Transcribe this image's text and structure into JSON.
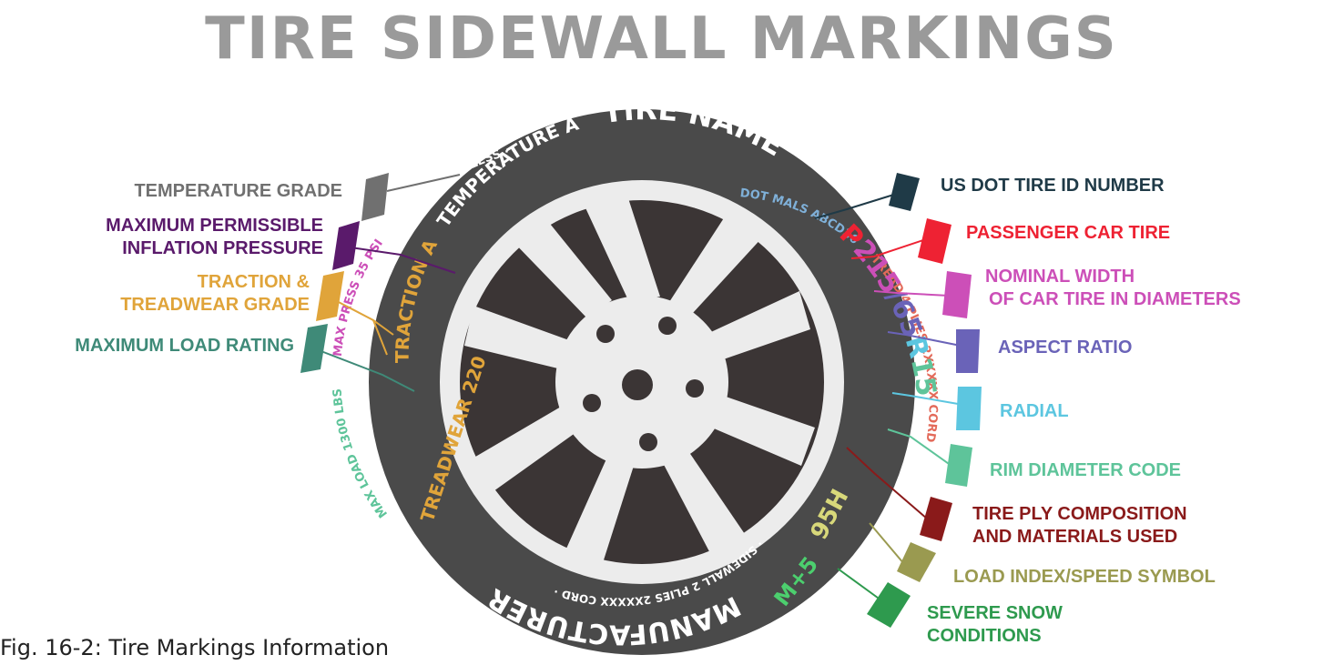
{
  "title": "TIRE SIDEWALL MARKINGS",
  "caption": "Fig. 16-2: Tire Markings Information",
  "tire_text": {
    "tire_name": "TIRE NAME",
    "temperature": "TEMPERATURE A",
    "traction": "TRACTION A",
    "treadwear": "TREADWEAR 220",
    "max_load": "MAX LOAD 1300 LBS",
    "max_press": "MAX PRESS 35 PSI",
    "radial_tubeless": "· RADIAL · TUBELESS ·",
    "dot": "DOT MALS ABCD36",
    "tread_plies": "· TREAD 4 PLIES 2XXXXX CORD",
    "sidewall_plies": "· SIDEWALL 2 PLIES 2XXXXX CORD ·",
    "manufacturer": "MANUFACTURER",
    "size_p": "P",
    "size_width": "215",
    "size_slash": "/",
    "size_aspect": "65",
    "size_r": "R",
    "size_rim": "15",
    "load_speed": "95H",
    "snow": "M+5"
  },
  "labels": {
    "temperature_grade": "TEMPERATURE GRADE",
    "max_inflation_1": "MAXIMUM PERMISSIBLE",
    "max_inflation_2": "INFLATION PRESSURE",
    "traction_1": "TRACTION &",
    "traction_2": "TREADWEAR GRADE",
    "max_load": "MAXIMUM LOAD RATING",
    "dot_id": "US DOT TIRE ID NUMBER",
    "passenger": "PASSENGER CAR TIRE",
    "width_1": "NOMINAL WIDTH",
    "width_2": "OF CAR TIRE IN DIAMETERS",
    "aspect": "ASPECT RATIO",
    "radial": "RADIAL",
    "rim": "RIM DIAMETER CODE",
    "ply_1": "TIRE PLY COMPOSITION",
    "ply_2": "AND MATERIALS USED",
    "load_speed": "LOAD INDEX/SPEED SYMBOL",
    "snow_1": "SEVERE SNOW",
    "snow_2": "CONDITIONS"
  },
  "colors": {
    "title": "#9a9a9a",
    "tire": "#4a4a4a",
    "rim_dark": "#3b3535",
    "spoke": "#ececec",
    "temperature": "#707070",
    "inflation": "#5a1a6b",
    "traction": "#e0a43a",
    "load": "#3f8a78",
    "dot": "#1f3a47",
    "passenger": "#ee2233",
    "width": "#cc4fb8",
    "aspect": "#6a63b8",
    "radial": "#5cc6e0",
    "rim_code": "#5ec49a",
    "ply": "#8a1a1a",
    "load_speed": "#9a9a50",
    "snow": "#2e9a4e"
  }
}
